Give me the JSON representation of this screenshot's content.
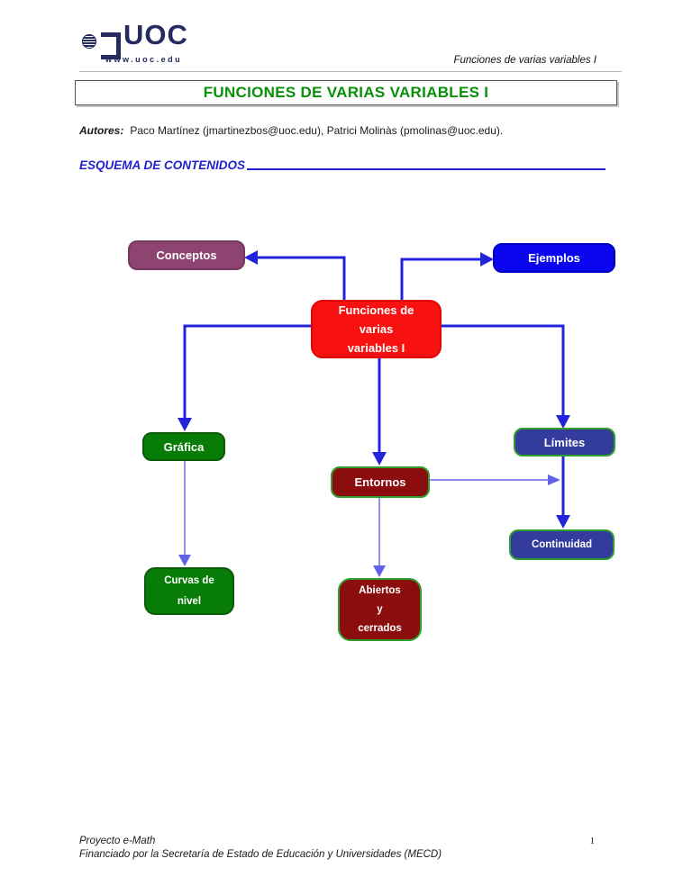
{
  "header": {
    "logo": {
      "brand": "UOC",
      "url": "www.uoc.edu"
    },
    "running_title": "Funciones de varias variables I"
  },
  "title_banner": {
    "text": "FUNCIONES DE VARIAS VARIABLES I",
    "color": "#089008"
  },
  "authors": {
    "label": "Autores:",
    "text": "Paco Martínez (jmartinezbos@uoc.edu), Patrici Molinàs (pmolinas@uoc.edu)."
  },
  "section_heading": {
    "text": "ESQUEMA DE CONTENIDOS",
    "color": "#2121CE"
  },
  "diagram": {
    "arrow_color_primary": "#2323DC",
    "arrow_color_secondary": "#6262E8",
    "nodes": [
      {
        "id": "conceptos",
        "label": "Conceptos",
        "fill": "#8E4470",
        "border": "#76395F",
        "text_color": "#FFFFFF"
      },
      {
        "id": "ejemplos",
        "label": "Ejemplos",
        "fill": "#0A07EF",
        "border": "#0000C0",
        "text_color": "#FFFFFF"
      },
      {
        "id": "funciones",
        "lines": [
          "Funciones de",
          "varias",
          "variables I"
        ],
        "fill": "#F81111",
        "border": "#E00505",
        "text_color": "#FFFFFF"
      },
      {
        "id": "grafica",
        "label": "Gráfica",
        "fill": "#077C07",
        "border": "#0A5C0A",
        "text_color": "#FFFFFF"
      },
      {
        "id": "limites",
        "label": "Límites",
        "fill": "#333C9C",
        "border": "#2F9E2F",
        "text_color": "#FFFFFF"
      },
      {
        "id": "entornos",
        "label": "Entornos",
        "fill": "#8B0D0D",
        "border": "#2F9E2F",
        "text_color": "#FFFFFF"
      },
      {
        "id": "continuidad",
        "label": "Continuidad",
        "fill": "#333C9C",
        "border": "#2F9E2F",
        "text_color": "#FFFFFF"
      },
      {
        "id": "curvas",
        "lines": [
          "Curvas de",
          "nivel"
        ],
        "fill": "#077C07",
        "border": "#0A5C0A",
        "text_color": "#FFFFFF"
      },
      {
        "id": "abiertos",
        "lines": [
          "Abiertos",
          "y",
          "cerrados"
        ],
        "fill": "#8B0D0D",
        "border": "#2F9E2F",
        "text_color": "#FFFFFF"
      }
    ],
    "edges": [
      {
        "from": "funciones",
        "to": "conceptos"
      },
      {
        "from": "funciones",
        "to": "ejemplos"
      },
      {
        "from": "funciones",
        "to": "grafica"
      },
      {
        "from": "funciones",
        "to": "limites"
      },
      {
        "from": "funciones",
        "to": "entornos"
      },
      {
        "from": "limites",
        "to": "continuidad"
      },
      {
        "from": "entornos",
        "to": "continuidad-link"
      },
      {
        "from": "grafica",
        "to": "curvas"
      },
      {
        "from": "entornos",
        "to": "abiertos"
      }
    ]
  },
  "footer": {
    "line1": "Proyecto e-Math",
    "line2": "Financiado por la Secretaría de Estado de Educación y Universidades (MECD)",
    "page_number": "1"
  }
}
